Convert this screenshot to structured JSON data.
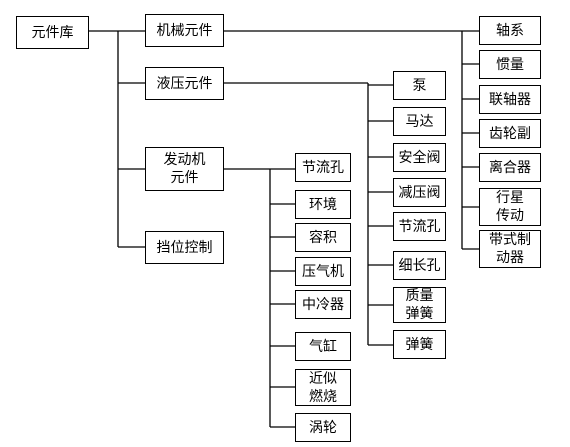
{
  "root": {
    "label": "元件库"
  },
  "categories": [
    {
      "id": "mech",
      "label": "机械元件"
    },
    {
      "id": "hyd",
      "label": "液压元件"
    },
    {
      "id": "eng",
      "label": "发动机\n元件"
    },
    {
      "id": "gear",
      "label": "挡位控制"
    }
  ],
  "mechanical_items": [
    {
      "label": "轴系"
    },
    {
      "label": "惯量"
    },
    {
      "label": "联轴器"
    },
    {
      "label": "齿轮副"
    },
    {
      "label": "离合器"
    },
    {
      "label": "行星\n传动"
    },
    {
      "label": "带式制\n动器"
    }
  ],
  "hydraulic_items": [
    {
      "label": "泵"
    },
    {
      "label": "马达"
    },
    {
      "label": "安全阀"
    },
    {
      "label": "减压阀"
    },
    {
      "label": "节流孔"
    },
    {
      "label": "细长孔"
    },
    {
      "label": "质量\n弹簧"
    },
    {
      "label": "弹簧"
    }
  ],
  "engine_items": [
    {
      "label": "节流孔"
    },
    {
      "label": "环境"
    },
    {
      "label": "容积"
    },
    {
      "label": "压气机"
    },
    {
      "label": "中冷器"
    },
    {
      "label": "气缸"
    },
    {
      "label": "近似\n燃烧"
    },
    {
      "label": "涡轮"
    }
  ]
}
